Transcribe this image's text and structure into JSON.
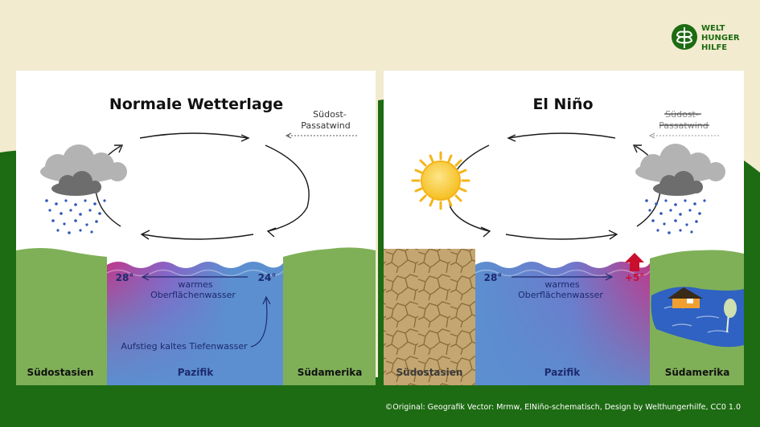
{
  "logo": {
    "line1": "WELT",
    "line2": "HUNGER",
    "line3": "HILFE"
  },
  "left_panel": {
    "title": "Normale Wetterlage",
    "wind_line1": "Südost-",
    "wind_line2": "Passatwind",
    "temp_west": "28°",
    "temp_east": "24°",
    "current_line1": "warmes",
    "current_line2": "Oberflächenwasser",
    "upwelling": "Aufstieg kaltes Tiefenwasser",
    "region_west": "Südostasien",
    "region_ocean": "Pazifik",
    "region_east": "Südamerika"
  },
  "right_panel": {
    "title": "El Niño",
    "wind_line1": "Südost-",
    "wind_line2": "Passatwind",
    "temp_west": "28°",
    "temp_east": "+5°",
    "current_line1": "warmes",
    "current_line2": "Oberflächenwasser",
    "region_west": "Südostasien",
    "region_ocean": "Pazifik",
    "region_east": "Südamerika"
  },
  "credit": "©Original: Geografik Vector: Mrmw, ElNiño-schematisch, Design by Welthungerhilfe, CC0 1.0",
  "colors": {
    "background": "#f2ebcf",
    "ground_green": "#1d6b12",
    "land_green": "#7fb058",
    "dry_land": "#c4a670",
    "ocean_blue": "#5b8fd0",
    "warm_water": "#c0388a",
    "label_navy": "#1d2a6e",
    "warning_red": "#c8102e"
  }
}
